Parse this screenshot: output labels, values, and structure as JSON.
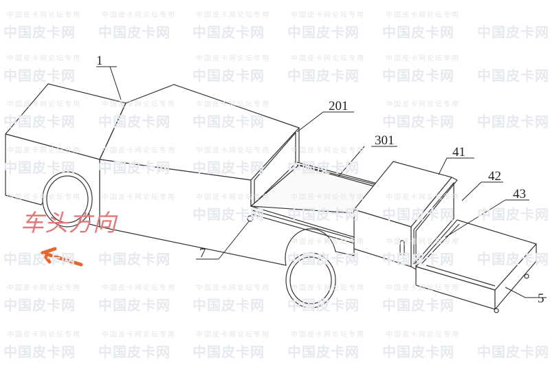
{
  "watermark": {
    "text": "中国皮卡网",
    "signature": "中国皮卡网论坛专用"
  },
  "labels": {
    "l1": "1",
    "l201": "201",
    "l301": "301",
    "l41": "41",
    "l42": "42",
    "l43": "43",
    "l5": "5",
    "l7": "7"
  },
  "direction": {
    "text": "车头方向",
    "color": "#e07a7a",
    "arrow_color": "#e4672f"
  }
}
